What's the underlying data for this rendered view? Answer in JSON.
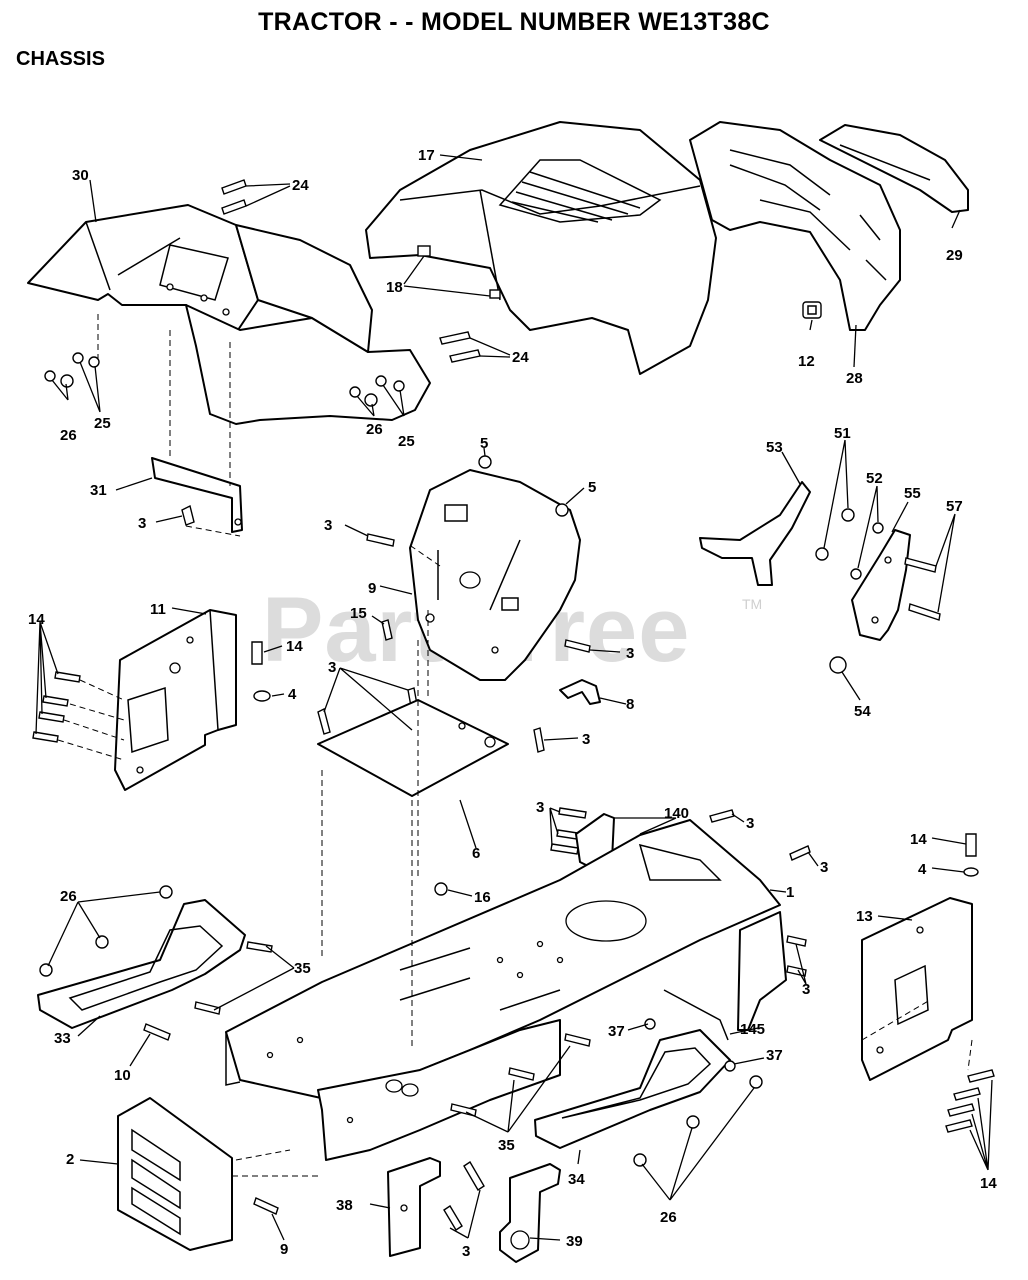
{
  "header": {
    "title": "TRACTOR - - MODEL NUMBER WE13T38C",
    "section": "CHASSIS"
  },
  "watermark": {
    "text": "PartsTree",
    "trademark": "TM"
  },
  "callouts": {
    "c17": "17",
    "c30": "30",
    "c24a": "24",
    "c24b": "24",
    "c18": "18",
    "c12": "12",
    "c28": "28",
    "c29": "29",
    "c26a": "26",
    "c25a": "25",
    "c26b": "26",
    "c25b": "25",
    "c31": "31",
    "c3a": "3",
    "c5a": "5",
    "c5b": "5",
    "c3b": "3",
    "c9": "9",
    "c53": "53",
    "c51": "51",
    "c52": "52",
    "c55": "55",
    "c57": "57",
    "c54": "54",
    "c11": "11",
    "c14a": "14",
    "c14b": "14",
    "c4a": "4",
    "c15": "15",
    "c3c": "3",
    "c8": "8",
    "c3d": "3",
    "c3e": "3",
    "c6": "6",
    "c3f": "3",
    "c140": "140",
    "c3g": "3",
    "c3h": "3",
    "c1": "1",
    "c3i": "3",
    "c16": "16",
    "c14c": "14",
    "c4b": "4",
    "c13": "13",
    "c26c": "26",
    "c35a": "35",
    "c33": "33",
    "c10": "10",
    "c37a": "37",
    "c145": "145",
    "c37b": "37",
    "c35b": "35",
    "c34": "34",
    "c2": "2",
    "c9b": "9",
    "c38": "38",
    "c3j": "3",
    "c39": "39",
    "c26d": "26",
    "c14d": "14"
  }
}
